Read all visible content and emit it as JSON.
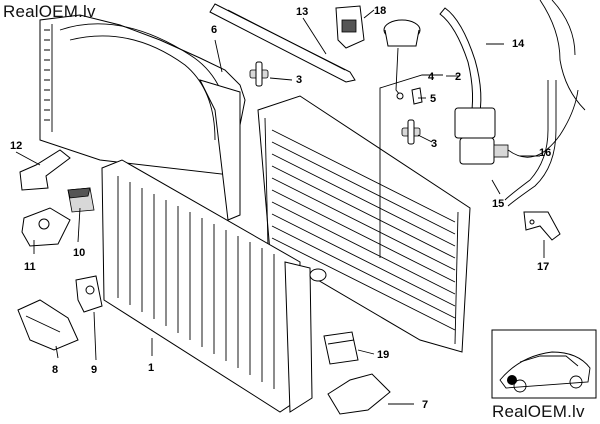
{
  "watermark": {
    "top_left": "RealOEM.lv",
    "bottom_right": "RealOEM.lv"
  },
  "callouts": [
    {
      "id": "c1",
      "text": "1"
    },
    {
      "id": "c2",
      "text": "2"
    },
    {
      "id": "c3a",
      "text": "3"
    },
    {
      "id": "c3b",
      "text": "3"
    },
    {
      "id": "c4",
      "text": "4"
    },
    {
      "id": "c5",
      "text": "5"
    },
    {
      "id": "c6",
      "text": "6"
    },
    {
      "id": "c7",
      "text": "7"
    },
    {
      "id": "c8",
      "text": "8"
    },
    {
      "id": "c9",
      "text": "9"
    },
    {
      "id": "c10",
      "text": "10"
    },
    {
      "id": "c11",
      "text": "11"
    },
    {
      "id": "c12",
      "text": "12"
    },
    {
      "id": "c13",
      "text": "13"
    },
    {
      "id": "c14",
      "text": "14"
    },
    {
      "id": "c15",
      "text": "15"
    },
    {
      "id": "c16",
      "text": "16"
    },
    {
      "id": "c17",
      "text": "17"
    },
    {
      "id": "c18",
      "text": "18"
    },
    {
      "id": "c19",
      "text": "19"
    }
  ]
}
